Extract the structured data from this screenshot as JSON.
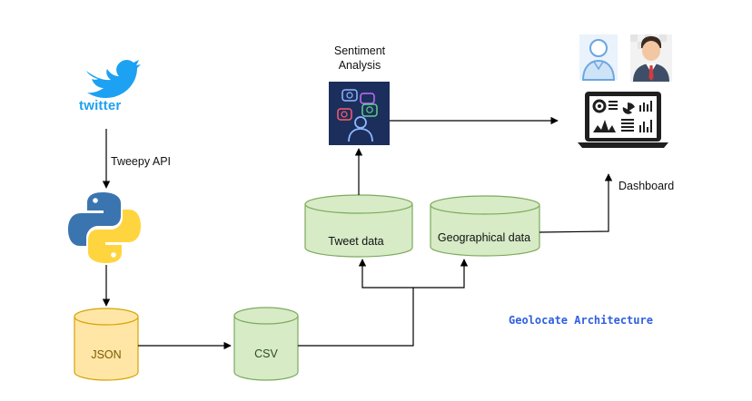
{
  "diagram": {
    "title": "Geolocate Architecture",
    "twitter_wordmark": "twitter",
    "sentiment_label": "Sentiment Analysis",
    "sentiment_line1": "Sentiment",
    "sentiment_line2": "Analysis",
    "edge_tweepy": "Tweepy API",
    "node_json": "JSON",
    "node_csv": "CSV",
    "node_tweet": "Tweet data",
    "node_geo": "Geographical data",
    "dashboard_label": "Dashboard"
  },
  "colors": {
    "json_fill": "#ffe6a6",
    "json_stroke": "#d6a300",
    "csv_fill": "#d6ebc6",
    "csv_stroke": "#7eaa5c",
    "db_fill": "#d6ebc6",
    "db_stroke": "#7eaa5c",
    "twitter_blue": "#1da1f2",
    "python_blue": "#3a75b0",
    "python_yellow": "#ffd53f",
    "sentiment_bg": "#1c2f5c",
    "title_blue": "#2f5fe0"
  },
  "icons": [
    "twitter-bird-icon",
    "python-logo-icon",
    "sentiment-analysis-icon",
    "user-avatar-icon",
    "businessman-avatar-icon",
    "dashboard-laptop-icon"
  ]
}
